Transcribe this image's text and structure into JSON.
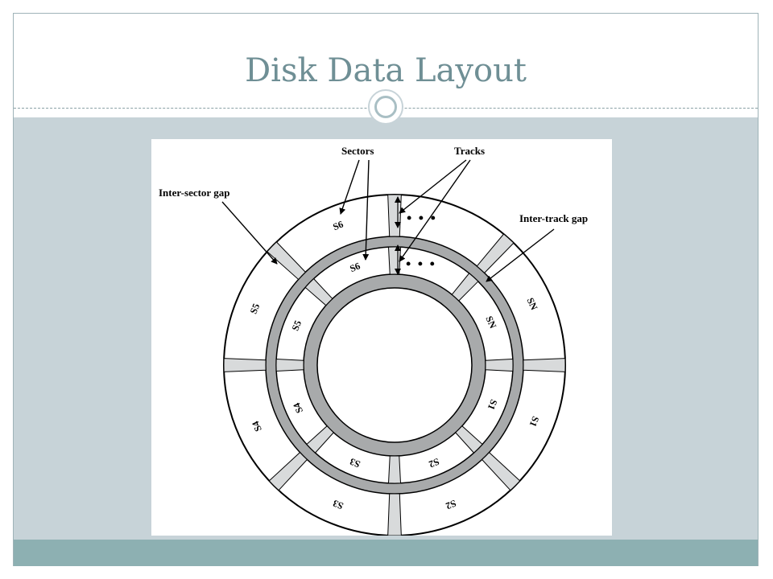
{
  "slide": {
    "title": "Disk Data Layout"
  },
  "diagram": {
    "labels": {
      "sectors": "Sectors",
      "tracks": "Tracks",
      "inter_sector_gap": "Inter-sector gap",
      "inter_track_gap": "Inter-track gap",
      "ellipsis_outer": "• • •",
      "ellipsis_inner": "• • •"
    },
    "outer_track_sectors": [
      "S6",
      "SN",
      "S1",
      "S2",
      "S3",
      "S4",
      "S5"
    ],
    "inner_track_sectors": [
      "S6",
      "SN",
      "S1",
      "S2",
      "S3",
      "S4",
      "S5"
    ],
    "colors": {
      "gap_fill": "#d8dadb",
      "track_gap_fill": "#a8aaab",
      "line": "#000000"
    }
  }
}
